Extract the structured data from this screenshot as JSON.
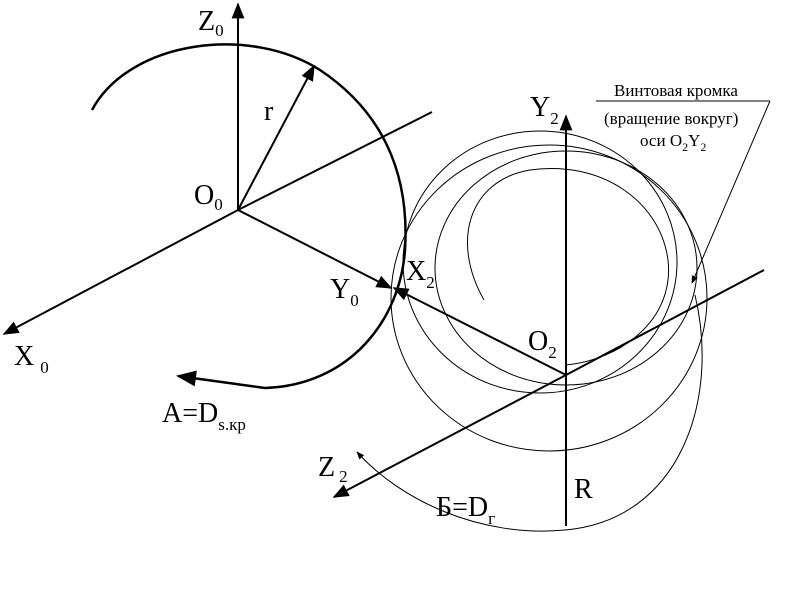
{
  "labels": {
    "z0": "Z",
    "z0_sub": "0",
    "x0": "X",
    "x0_sub": "0",
    "y0": "Y",
    "y0_sub": "0",
    "o0": "O",
    "o0_sub": "0",
    "r": "r",
    "a_main": "A=D",
    "a_sub": "s.кр",
    "y2": "Y",
    "y2_sub": "2",
    "x2": "X",
    "x2_sub": "2",
    "o2": "O",
    "o2_sub": "2",
    "z2": "Z",
    "z2_sub": "2",
    "big_r": "R",
    "b_main": "Б=D",
    "b_sub": "г"
  },
  "note": {
    "line1": "Винтовая кромка",
    "line2": "(вращение вокруг)",
    "line3_a": "оси O",
    "line3_sub1": "2",
    "line3_b": "Y",
    "line3_sub2": "2"
  }
}
